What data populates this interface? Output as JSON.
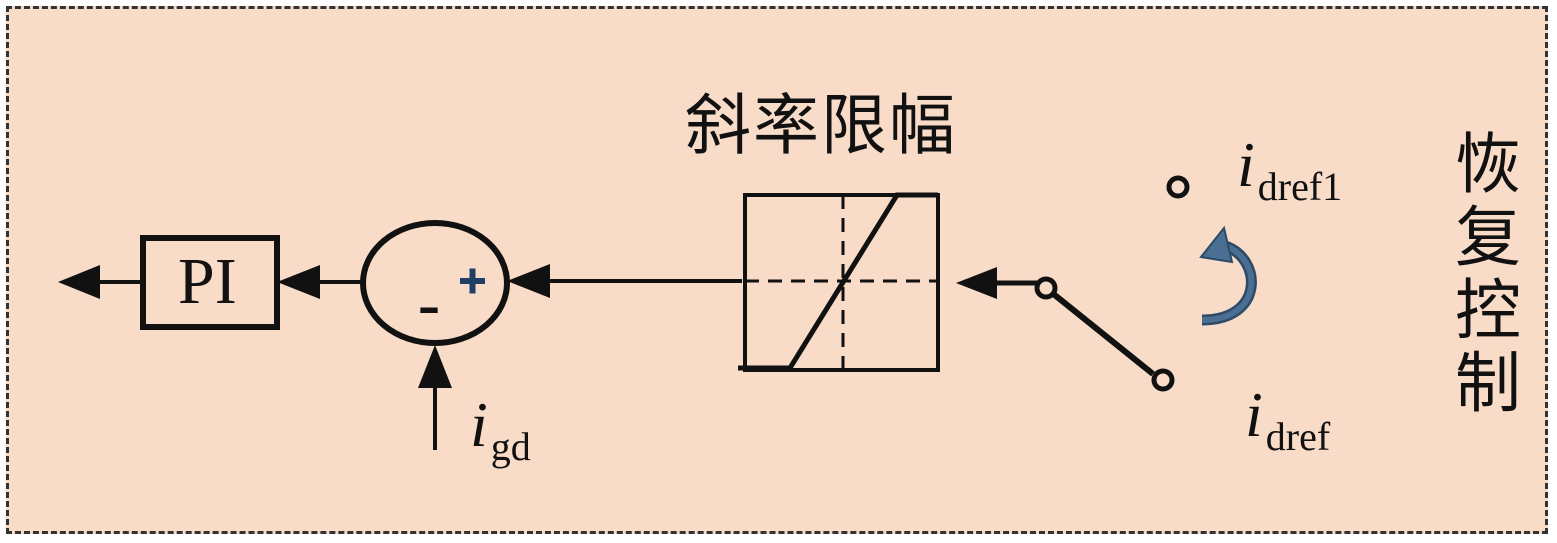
{
  "diagram": {
    "colors": {
      "background": "#f8dcc8",
      "line": "#111111",
      "plus_sign": "#1f3f66",
      "rotation_arrow": "#4a6f92"
    },
    "pi_block": {
      "label": "PI"
    },
    "summing_junction": {
      "plus_symbol": "+",
      "minus_symbol": "–"
    },
    "rate_limiter": {
      "title": "斜率限幅"
    },
    "inputs": {
      "igd": {
        "symbol": "i",
        "subscript": "gd"
      },
      "idref1": {
        "symbol": "i",
        "subscript": "dref1"
      },
      "idref": {
        "symbol": "i",
        "subscript": "dref"
      }
    },
    "recovery_control": {
      "label": "恢复控制"
    }
  }
}
